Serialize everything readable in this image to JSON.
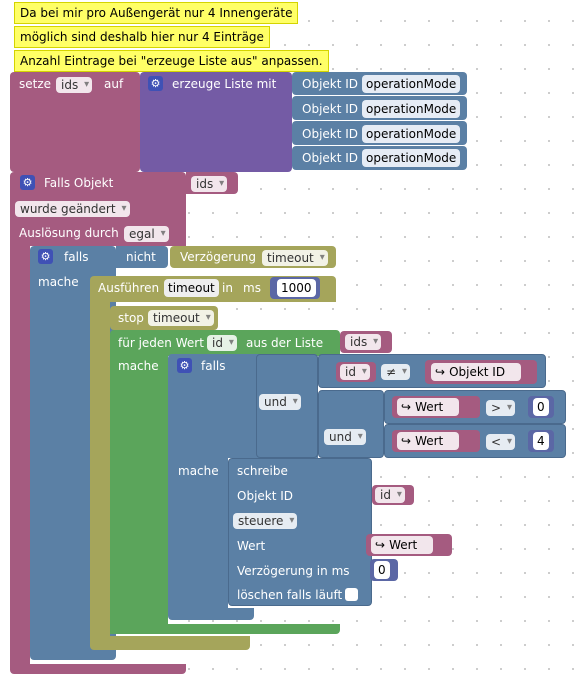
{
  "notes": [
    "Da bei mir pro Außengerät nur 4 Innengeräte",
    "möglich sind deshalb hier nur 4 Einträge",
    "Anzahl Eintrage bei \"erzeuge Liste aus\" anpassen."
  ],
  "set_block": {
    "label": "setze",
    "var": "ids",
    "auf": "auf",
    "create_list": "erzeuge Liste mit"
  },
  "object_id_items": [
    {
      "label": "Objekt ID",
      "value": "operationMode"
    },
    {
      "label": "Objekt ID",
      "value": "operationMode"
    },
    {
      "label": "Objekt ID",
      "value": "operationMode"
    },
    {
      "label": "Objekt ID",
      "value": "operationMode"
    }
  ],
  "trigger": {
    "label": "Falls Objekt",
    "var": "ids",
    "changed": "wurde geändert",
    "trigger_by": "Auslösung durch",
    "trigger_value": "egal"
  },
  "if_block": {
    "falls": "falls",
    "nicht": "nicht",
    "delay_label": "Verzögerung",
    "delay_value": "timeout",
    "mache": "mache"
  },
  "timeout_block": {
    "exec": "Ausführen",
    "name": "timeout",
    "in": "in",
    "ms": "ms",
    "value": "1000"
  },
  "stop_block": {
    "label": "stop",
    "value": "timeout"
  },
  "foreach": {
    "label": "für jeden Wert",
    "var": "id",
    "from": "aus der Liste",
    "list": "ids",
    "mache": "mache"
  },
  "inner_if": {
    "falls": "falls",
    "cond1": {
      "left": "id",
      "op": "≠",
      "right": "Objekt ID"
    },
    "und1": "und",
    "und2": "und",
    "cond2": {
      "left": "Wert",
      "op": ">",
      "right": "0"
    },
    "cond3": {
      "left": "Wert",
      "op": "<",
      "right": "4"
    },
    "mache": "mache"
  },
  "write_block": {
    "title": "schreibe",
    "object_id": "Objekt ID",
    "object_var": "id",
    "mode": "steuere",
    "value_label": "Wert",
    "value": "Wert",
    "delay_label": "Verzögerung in ms",
    "delay_value": "0",
    "clear_label": "löschen falls läuft"
  },
  "colors": {
    "variable": "#a5567a",
    "list": "#745ba5",
    "objectid": "#5b7fa5",
    "event": "#a55b80",
    "logic": "#5b80a5",
    "timer": "#a5a55b",
    "loop": "#5ba55b",
    "lookup": "#a55b80",
    "math": "#5b67a5"
  }
}
